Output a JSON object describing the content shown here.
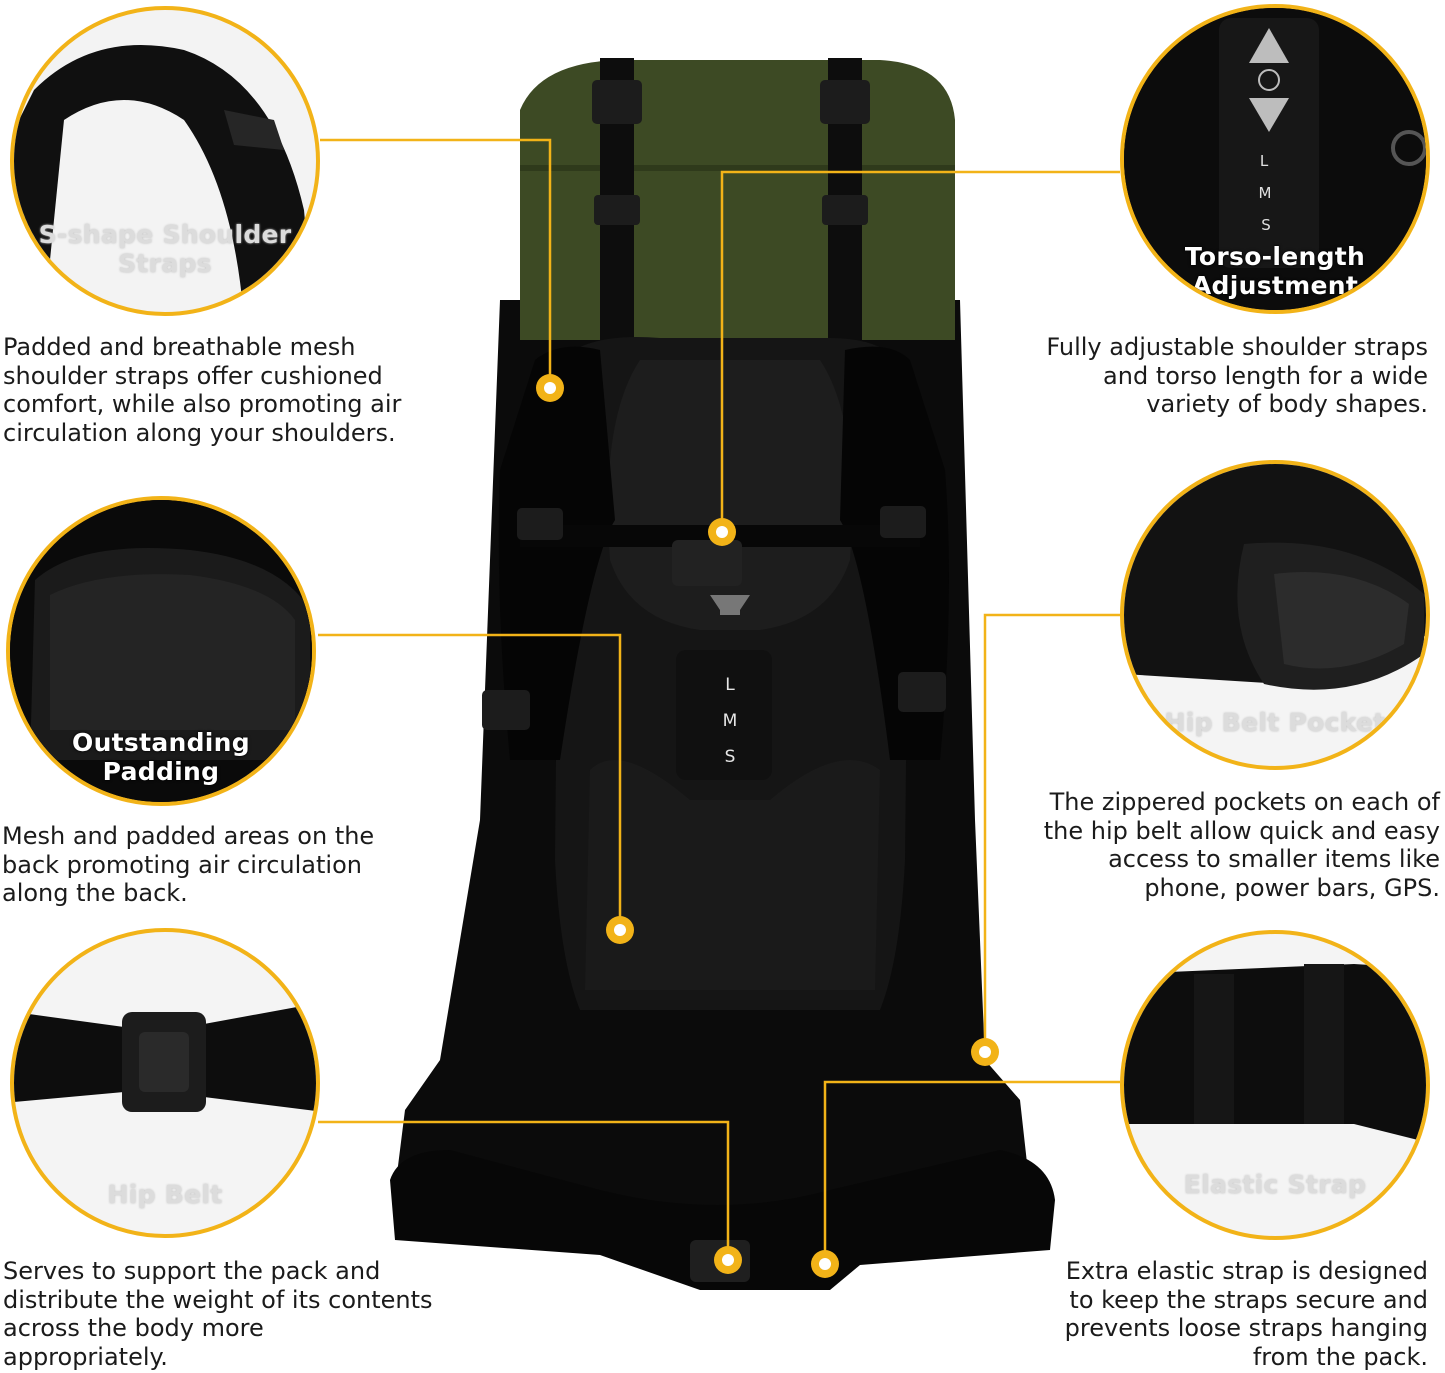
{
  "accent_color": "#f2b318",
  "pack_colors": {
    "lid": "#3d4a24",
    "body": "#0b0b0b",
    "mesh": "#151515"
  },
  "size_marks": [
    "L",
    "M",
    "S"
  ],
  "features": [
    {
      "label": "S-shape Shoulder Straps",
      "description": "Padded and breathable mesh shoulder straps offer cushioned comfort, while also promoting air circulation along your shoulders."
    },
    {
      "label": "Torso-length Adjustment",
      "description": "Fully adjustable shoulder straps and torso length for a wide variety of body shapes."
    },
    {
      "label": "Outstanding Padding",
      "description": "Mesh and padded areas on the back promoting air circulation along the back."
    },
    {
      "label": "Hip Belt Pocket",
      "description": "The zippered pockets on each of the hip belt allow quick and easy access to smaller items like phone, power bars, GPS."
    },
    {
      "label": "Hip Belt",
      "description": "Serves to support the pack and distribute the weight of its contents across the body more appropriately."
    },
    {
      "label": "Elastic Strap",
      "description": "Extra elastic strap is designed to keep the straps secure and prevents loose straps hanging from the pack."
    }
  ]
}
